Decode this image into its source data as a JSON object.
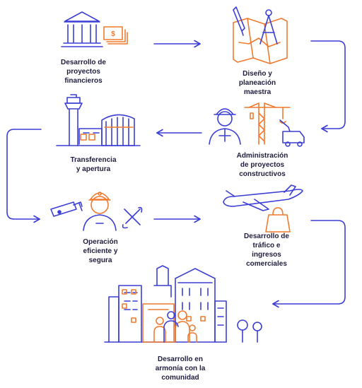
{
  "steps": [
    {
      "id": "finance",
      "label": "Desarrollo de\nproyectos\nfinancieros",
      "icon": "bank-money-icon"
    },
    {
      "id": "design",
      "label": "Diseño y\nplaneación\nmaestra",
      "icon": "blueprint-compass-icon"
    },
    {
      "id": "construct",
      "label": "Administración\nde proyectos\nconstructivos",
      "icon": "construction-crane-icon"
    },
    {
      "id": "transfer",
      "label": "Transferencia\ny apertura",
      "icon": "airport-terminal-icon"
    },
    {
      "id": "operation",
      "label": "Operación\neficiente y\nsegura",
      "icon": "security-operator-icon"
    },
    {
      "id": "traffic",
      "label": "Desarrollo de\ntráfico e\ningresos\ncomerciales",
      "icon": "airplane-shopping-icon"
    },
    {
      "id": "community",
      "label": "Desarrollo en\narmonía con la\ncomunidad",
      "icon": "city-family-icon"
    }
  ],
  "colors": {
    "line": "#3b3fd6",
    "accent": "#f07a2f",
    "text": "#1f1d3d"
  }
}
